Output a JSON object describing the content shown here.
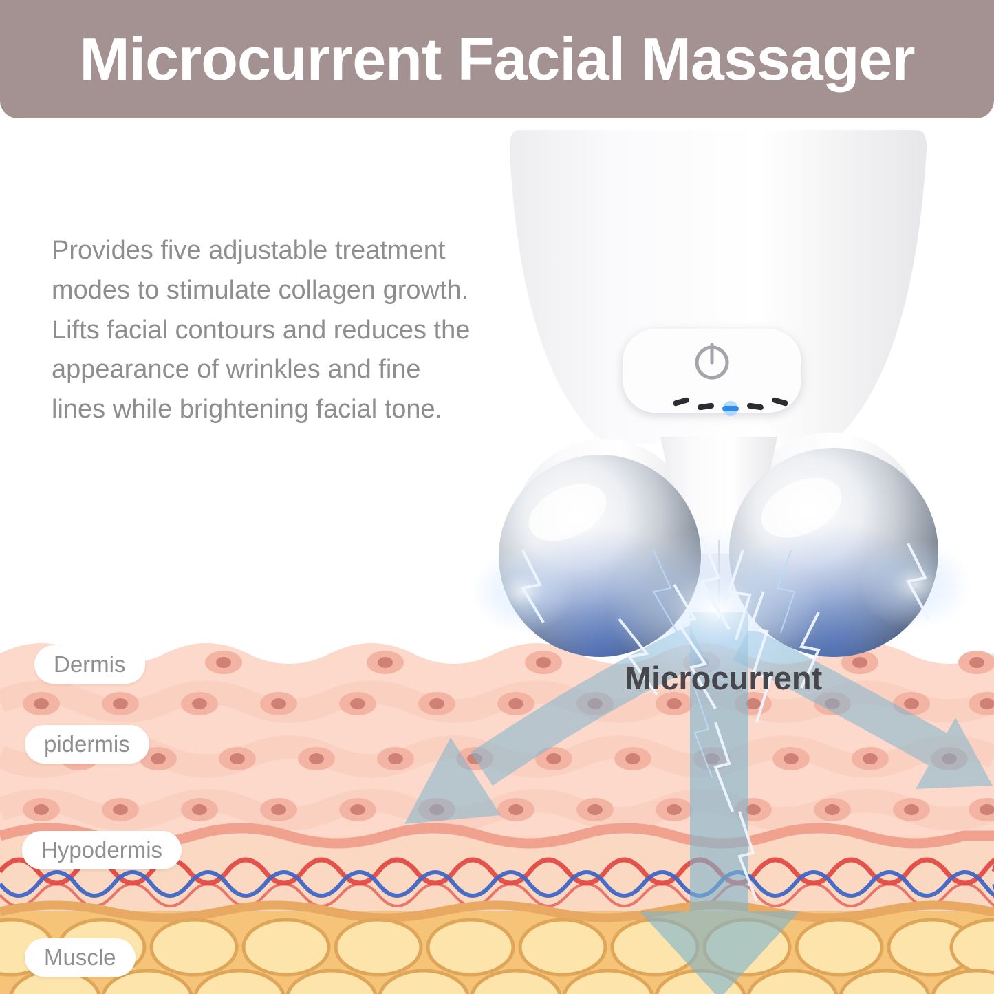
{
  "header": {
    "title": "Microcurrent Facial Massager",
    "bg_color": "#a49292",
    "text_color": "#ffffff"
  },
  "intro": {
    "text": "Provides five adjustable treatment modes to stimulate collagen growth. Lifts facial contours and reduces the appearance of wrinkles and fine lines while brightening facial tone.",
    "text_color": "#8e8e8e"
  },
  "device": {
    "name": "microcurrent facial massager with two chrome rollers",
    "power_icon_name": "power-icon",
    "power_icon_glyph": "⏻",
    "leds": {
      "count": 5,
      "active_index": 2,
      "active_color": "#2f8ce6",
      "inactive_color": "#2c2c31"
    }
  },
  "diagram": {
    "annotation": "Microcurrent",
    "annotation_color": "#46464c",
    "labels": [
      {
        "text": "Dermis"
      },
      {
        "text": "pidermis"
      },
      {
        "text": "Hypodermis"
      },
      {
        "text": "Muscle"
      }
    ],
    "colors": {
      "skin_top_layer": "#fcd9cb",
      "skin_mid_layer": "#fbd8c2",
      "muscle_layer": "#f6c478",
      "vessel_red": "#e14b44",
      "vessel_blue": "#3f66c7",
      "arrow_blue": "#7fb5cf"
    }
  }
}
